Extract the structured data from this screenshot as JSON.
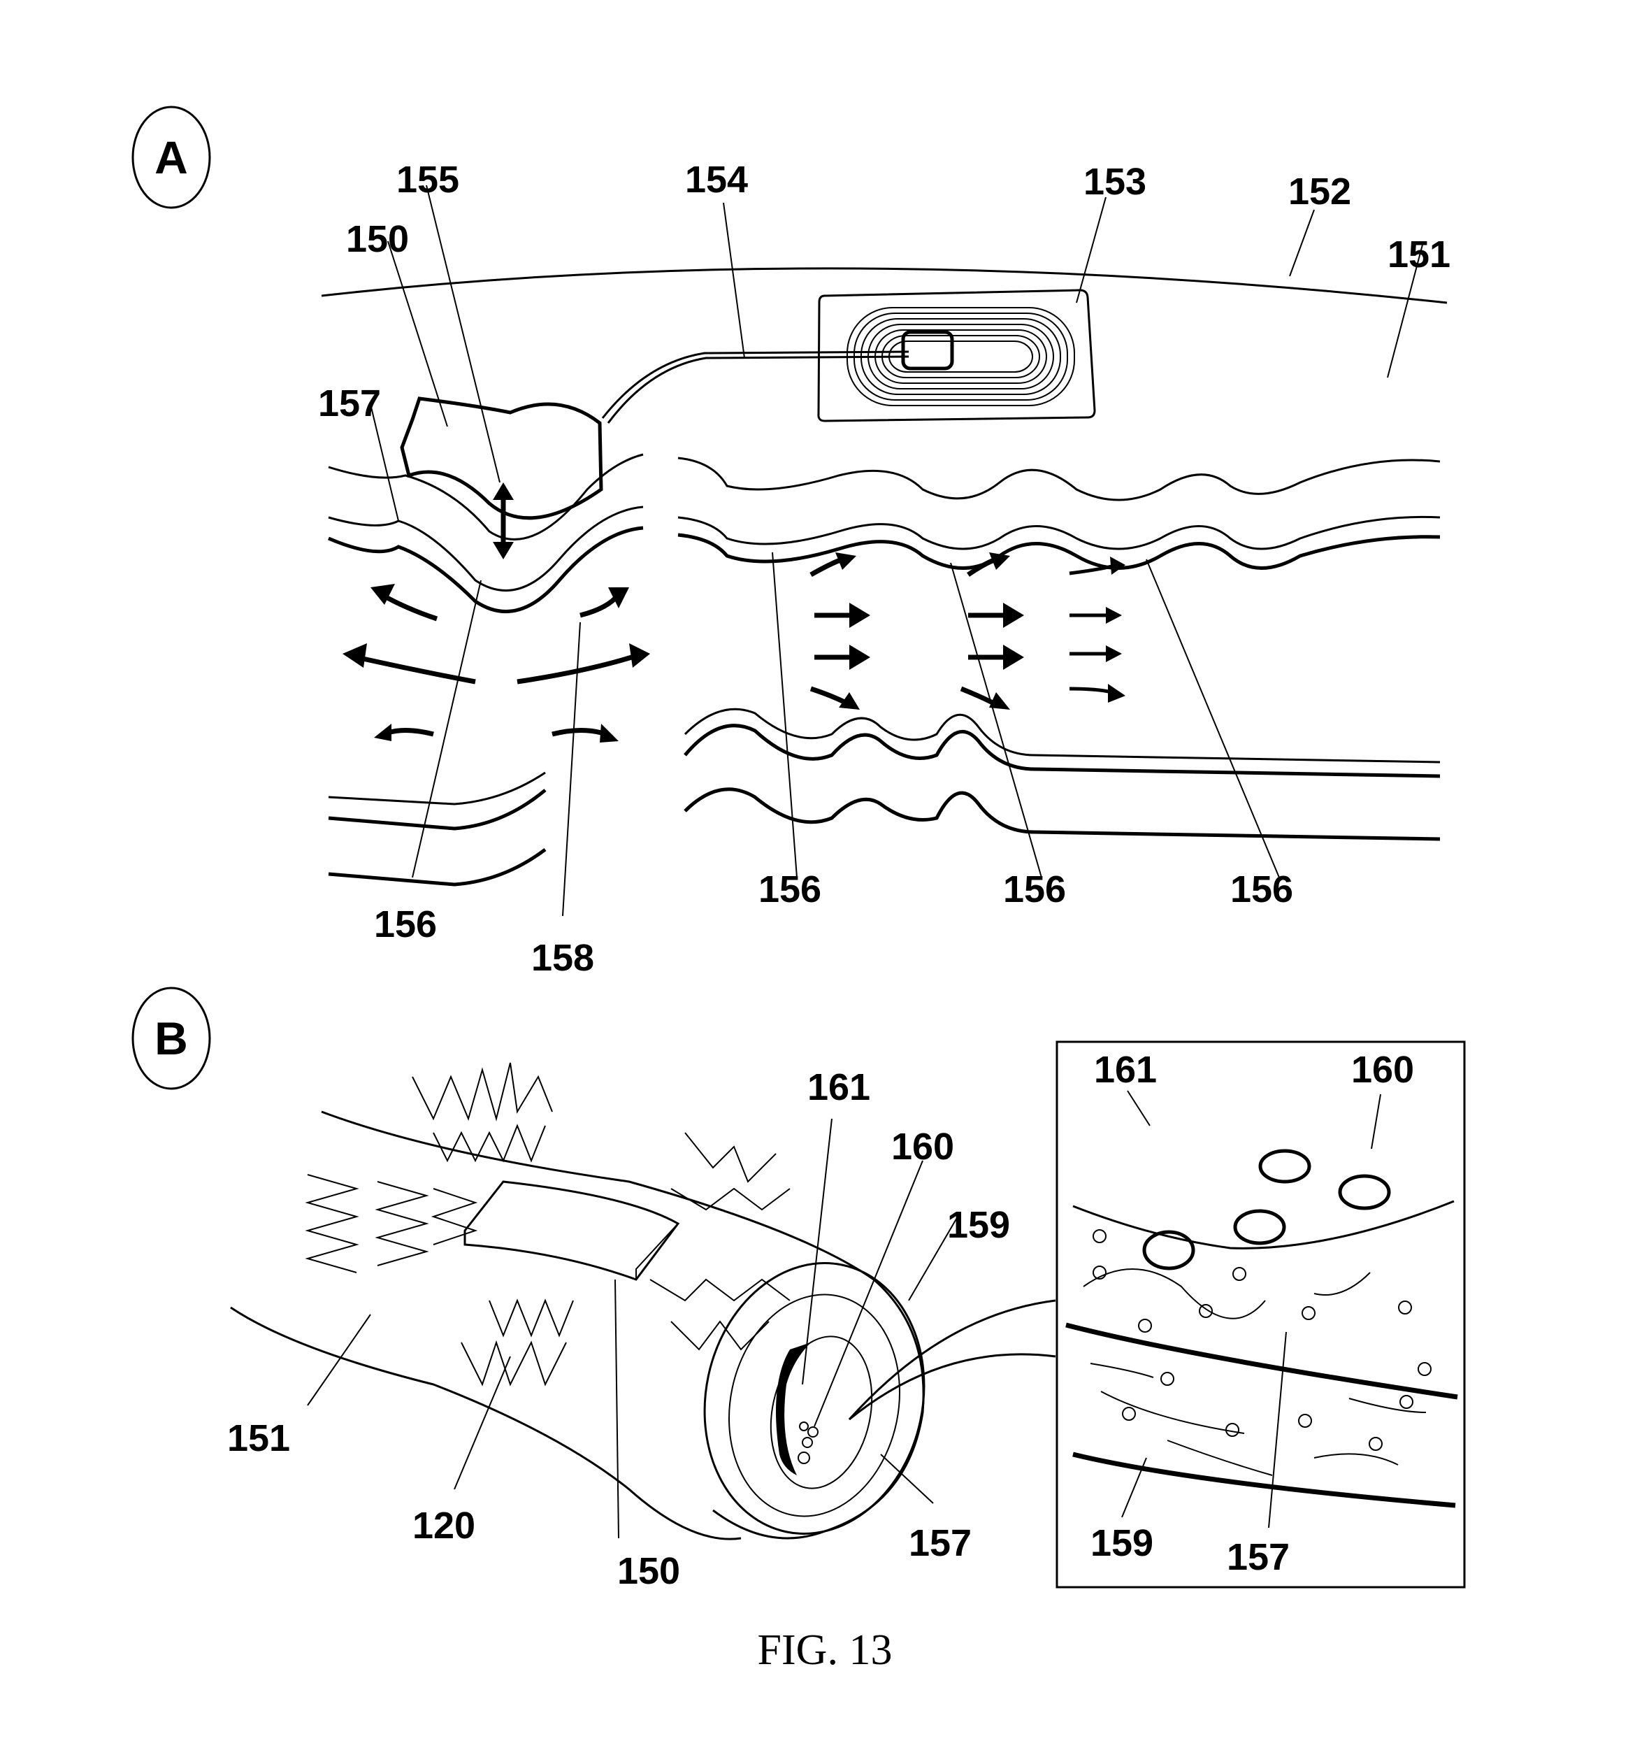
{
  "figure": {
    "caption": "FIG. 13",
    "panels": [
      {
        "letter": "A",
        "labels": {
          "l155": "155",
          "l154": "154",
          "l153": "153",
          "l152": "152",
          "l150": "150",
          "l151": "151",
          "l157": "157",
          "l156a": "156",
          "l158": "158",
          "l156b": "156",
          "l156c": "156",
          "l156d": "156"
        }
      },
      {
        "letter": "B",
        "labels": {
          "l161": "161",
          "l160": "160",
          "l159": "159",
          "l151": "151",
          "l120": "120",
          "l150": "150",
          "l157": "157"
        },
        "inset": {
          "l161": "161",
          "l160": "160",
          "l159": "159",
          "l157": "157"
        }
      }
    ]
  }
}
